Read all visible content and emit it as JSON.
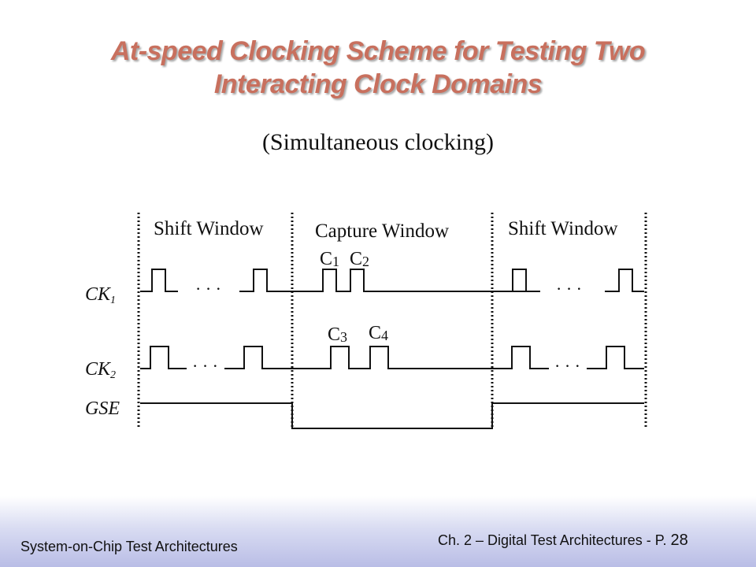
{
  "slide": {
    "title_line1": "At-speed Clocking Scheme for Testing Two",
    "title_line2": "Interacting Clock Domains",
    "subtitle": "(Simultaneous  clocking)"
  },
  "diagram": {
    "windows": [
      "Shift Window",
      "Capture Window",
      "Shift Window"
    ],
    "signals": [
      {
        "name": "CK",
        "sub": "1"
      },
      {
        "name": "CK",
        "sub": "2"
      },
      {
        "name": "GSE",
        "sub": ""
      }
    ],
    "capture_pulses": [
      {
        "letter": "C",
        "sub": "1"
      },
      {
        "letter": "C",
        "sub": "2"
      },
      {
        "letter": "C",
        "sub": "3"
      },
      {
        "letter": "C",
        "sub": "4"
      }
    ],
    "ellipsis": "· · ·"
  },
  "footer": {
    "left": "System-on-Chip Test Architectures",
    "right": "Ch. 2 – Digital Test Architectures - P.",
    "page": "28"
  }
}
